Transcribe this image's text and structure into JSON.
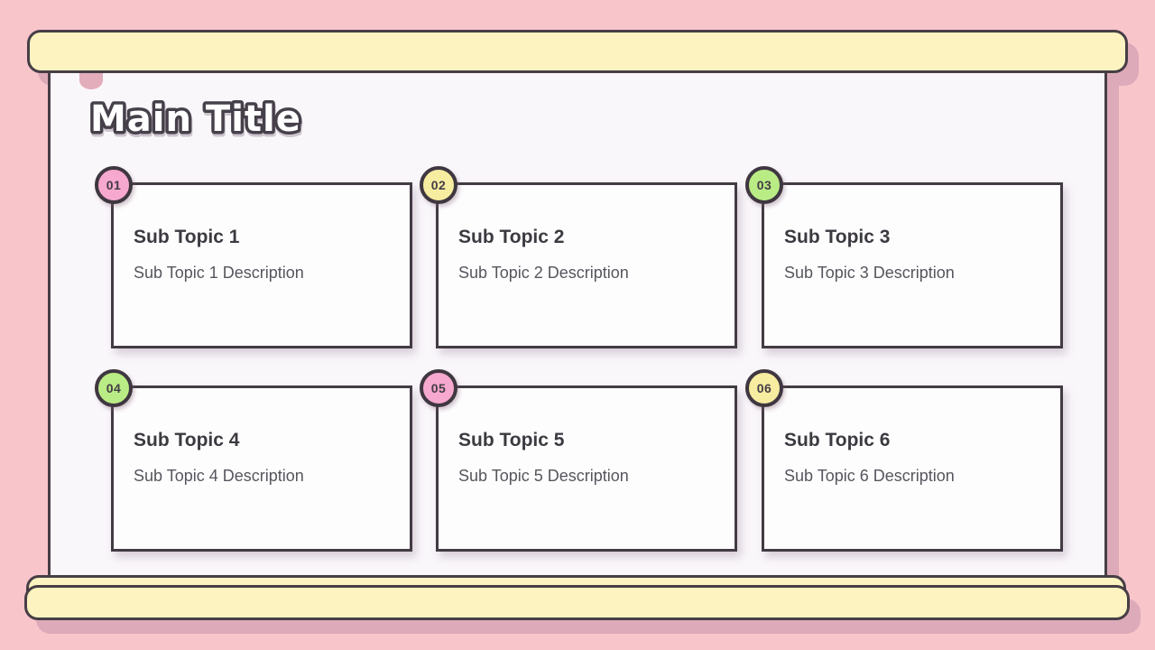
{
  "main_title": "Main Title",
  "colors": {
    "background_pink": "#f8c5cb",
    "drop_shadow_pink": "#dcaab8",
    "bar_yellow": "#fdf3c0",
    "outline_dark": "#473e46",
    "panel_background": "#faf7fb",
    "card_background": "#fefdfe",
    "title_text": "#3c3a40",
    "description_text": "#55565d",
    "badge_pink": "#f7a8cf",
    "badge_yellow": "#f7eda1",
    "badge_green": "#baec85"
  },
  "cards": [
    {
      "number": "01",
      "badge_color": "#f7a8cf",
      "title": "Sub Topic 1",
      "description": "Sub Topic 1 Description"
    },
    {
      "number": "02",
      "badge_color": "#f7eda1",
      "title": "Sub Topic 2",
      "description": "Sub Topic 2 Description"
    },
    {
      "number": "03",
      "badge_color": "#baec85",
      "title": "Sub Topic 3",
      "description": "Sub Topic 3 Description"
    },
    {
      "number": "04",
      "badge_color": "#baec85",
      "title": "Sub Topic 4",
      "description": "Sub Topic 4 Description"
    },
    {
      "number": "05",
      "badge_color": "#f7a8cf",
      "title": "Sub Topic 5",
      "description": "Sub Topic 5 Description"
    },
    {
      "number": "06",
      "badge_color": "#f7eda1",
      "title": "Sub Topic 6",
      "description": "Sub Topic 6 Description"
    }
  ]
}
